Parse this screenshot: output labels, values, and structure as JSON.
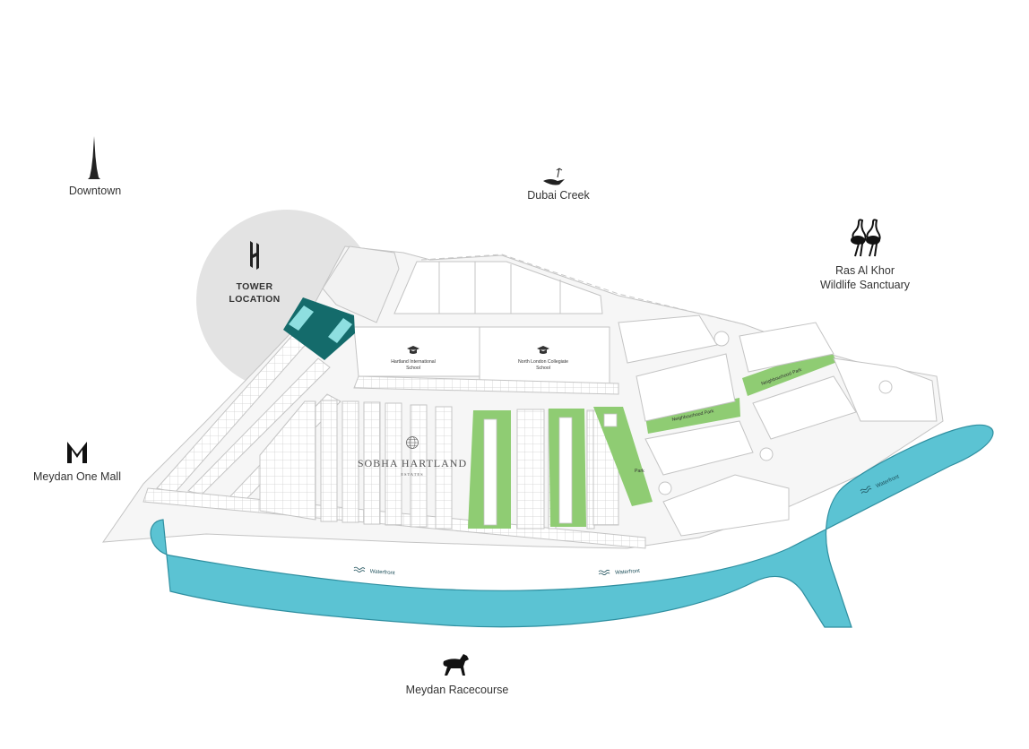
{
  "landmarks": {
    "downtown": "Downtown",
    "dubai_creek": "Dubai Creek",
    "ras_al_khor_line1": "Ras Al Khor",
    "ras_al_khor_line2": "Wildlife Sanctuary",
    "meydan_one_mall": "Meydan One Mall",
    "meydan_racecourse": "Meydan Racecourse"
  },
  "tower": {
    "line1": "TOWER",
    "line2": "LOCATION"
  },
  "schools": {
    "hartland_line1": "Hartland International",
    "hartland_line2": "School",
    "nlc_line1": "North London Collegiate",
    "nlc_line2": "School"
  },
  "parks": {
    "neighbourhood_1": "Neighbourhood Park",
    "neighbourhood_2": "Neighbourhood Park",
    "park": "Park"
  },
  "waterfront": {
    "w1": "Waterfront",
    "w2": "Waterfront",
    "w3": "Waterfront"
  },
  "brand": {
    "name": "SOBHA HARTLAND",
    "sub": "ESTATES"
  },
  "colors": {
    "water": "#5bc3d3",
    "water_stroke": "#2f8fa0",
    "park": "#8fcc73",
    "tower": "#146b6b",
    "tower_block": "#8edfe0",
    "highlight_circle": "#e3e3e3",
    "road_stroke": "#c4c4c4"
  }
}
